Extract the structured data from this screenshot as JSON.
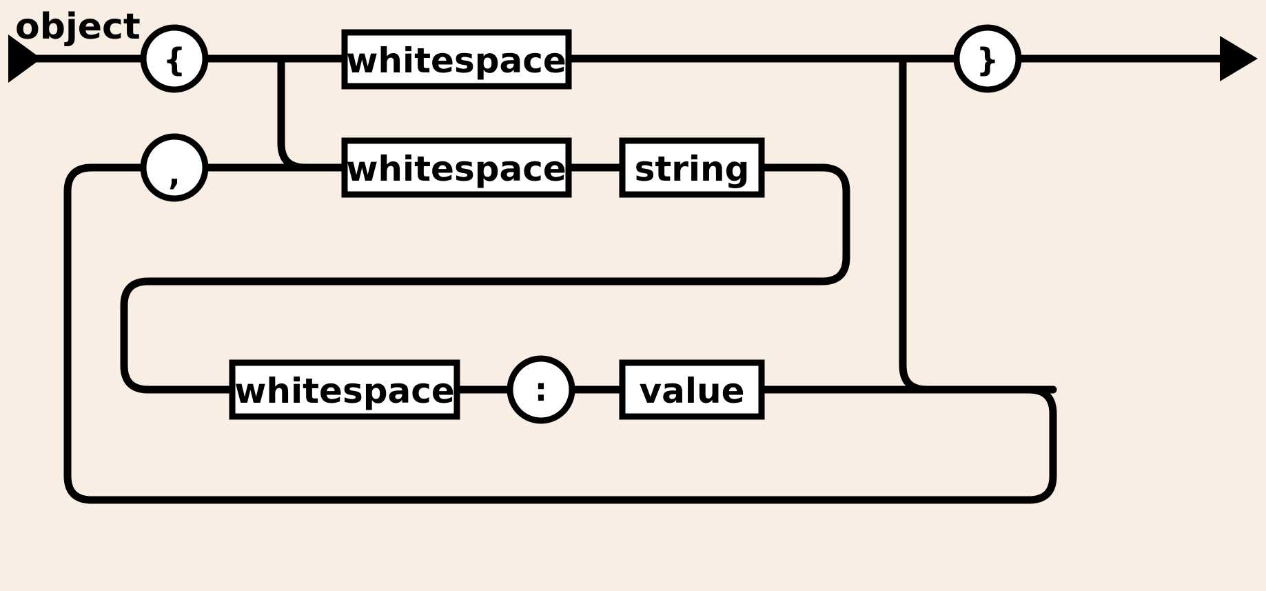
{
  "diagram": {
    "title": "object",
    "type": "railroad-syntax-diagram",
    "grammar": "JSON",
    "background_color": "#f9eee3",
    "line_color": "#000000",
    "node_fill_color": "#ffffff"
  },
  "nodes": {
    "open_brace": {
      "label": "{",
      "kind": "terminal"
    },
    "close_brace": {
      "label": "}",
      "kind": "terminal"
    },
    "comma": {
      "label": ",",
      "kind": "terminal"
    },
    "colon": {
      "label": ":",
      "kind": "terminal"
    },
    "whitespace_top": {
      "label": "whitespace",
      "kind": "nonterminal"
    },
    "whitespace_mid": {
      "label": "whitespace",
      "kind": "nonterminal"
    },
    "whitespace_bottom": {
      "label": "whitespace",
      "kind": "nonterminal"
    },
    "string": {
      "label": "string",
      "kind": "nonterminal"
    },
    "value": {
      "label": "value",
      "kind": "nonterminal"
    }
  },
  "arrows": {
    "entry": "entry-arrow",
    "exit": "exit-arrow"
  }
}
